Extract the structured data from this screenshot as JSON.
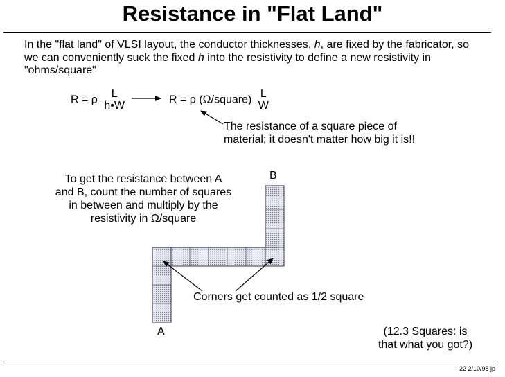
{
  "title": "Resistance in \"Flat Land\"",
  "intro": {
    "part1": "In the \"flat land\" of VLSI layout, the conductor thicknesses, ",
    "h1": "h",
    "part2": ", are fixed by the fabricator, so we can conveniently suck the fixed ",
    "h2": "h",
    "part3": " into the resistivity to define a new resistivity in \"ohms/square\""
  },
  "equation1": {
    "lhs": "R = ρ",
    "numerator": "L",
    "denominator": "h•W"
  },
  "equation2": {
    "lhs": "R = ρ (Ω/square)",
    "numerator": "L",
    "denominator": "W"
  },
  "square_note": {
    "line1": "The resistance of a square piece of",
    "line2": "material; it doesn't matter how big it is!!"
  },
  "instructions": {
    "line1": "To get the resistance between A",
    "line2": "and B, count the number of squares",
    "line3": "in between and multiply by the",
    "line4": "resistivity in Ω/square"
  },
  "label_a": "A",
  "label_b": "B",
  "corner_note": "Corners get counted as 1/2 square",
  "answer": {
    "line1": "(12.3 Squares:  is",
    "line2": "that what you got?)"
  },
  "footer": "22  2/10/98  jp",
  "colors": {
    "square_fill": "#c9cbdc",
    "square_stroke": "#333344",
    "text": "#000000"
  }
}
